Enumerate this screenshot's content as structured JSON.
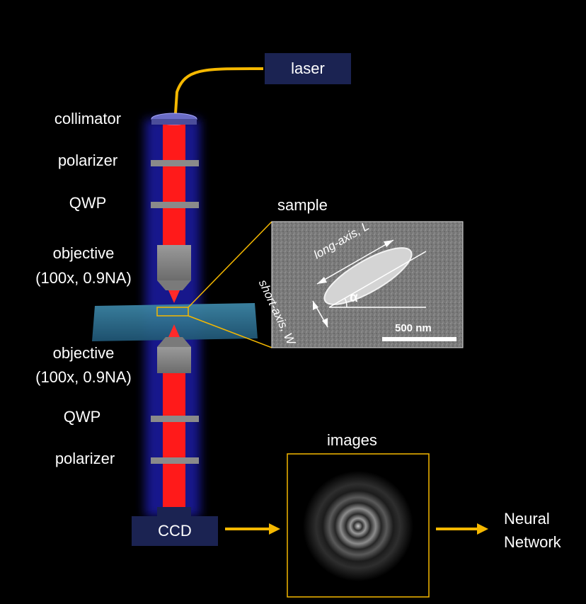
{
  "labels": {
    "laser": "laser",
    "collimator": "collimator",
    "polarizer_top": "polarizer",
    "qwp_top": "QWP",
    "objective_top_line1": "objective",
    "objective_top_line2": "(100x, 0.9NA)",
    "objective_bottom_line1": "objective",
    "objective_bottom_line2": "(100x, 0.9NA)",
    "qwp_bottom": "QWP",
    "polarizer_bottom": "polarizer",
    "ccd": "CCD",
    "sample": "sample",
    "images": "images",
    "neural_line1": "Neural",
    "neural_line2": "Network"
  },
  "sem": {
    "long_axis": "long-axis, L",
    "short_axis": "short-axis, W",
    "angle": "α",
    "scale_bar": "500 nm"
  },
  "colors": {
    "background": "#000000",
    "beam": "#ff1a1a",
    "glow": "#2a2cff",
    "box": "#1b2352",
    "arrow": "#f5b800",
    "optic": "#8a8a8a",
    "slide": "#2f6f8f"
  }
}
